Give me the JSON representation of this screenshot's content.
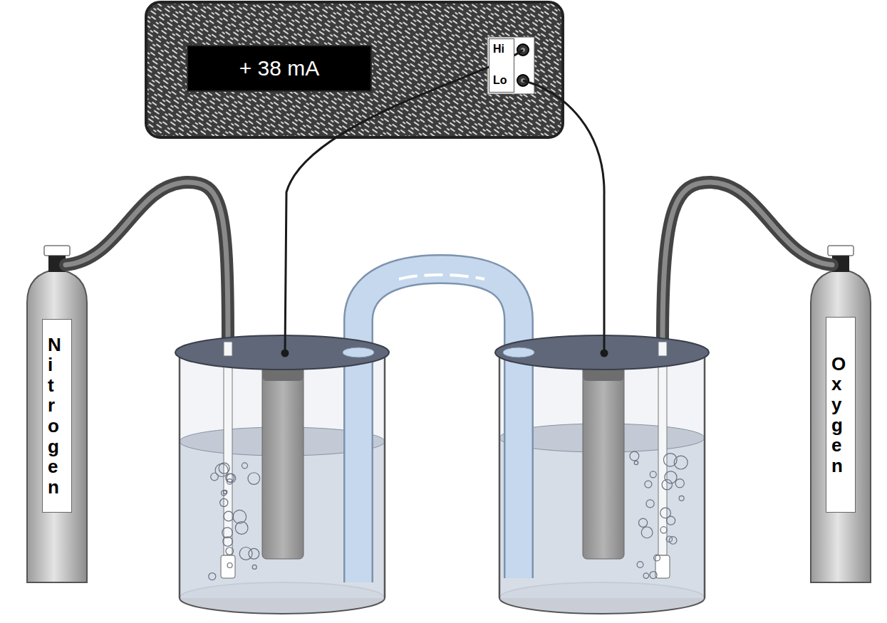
{
  "diagram": {
    "nodes": [
      {
        "text": [
          "+ 38 mA"
        ]
      },
      {
        "text": [
          "Hi",
          "Lo"
        ]
      },
      {
        "text": [
          "Nitrogen"
        ]
      },
      {
        "text": [
          "Oxygen"
        ]
      }
    ]
  }
}
